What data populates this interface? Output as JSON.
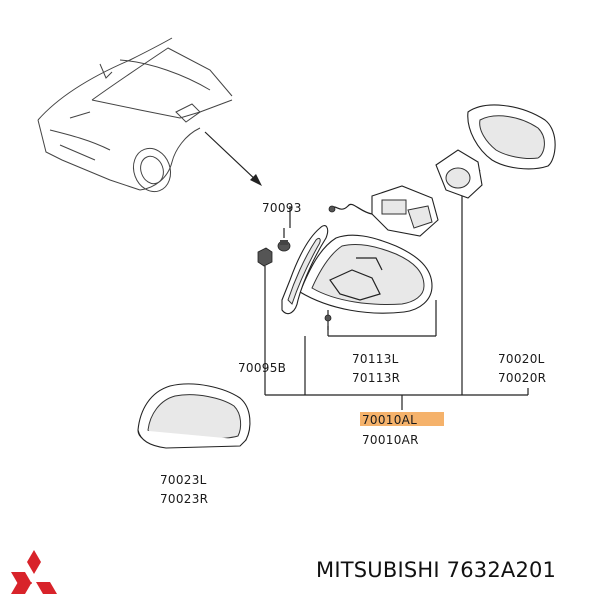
{
  "labels": {
    "p70093": "70093",
    "p70095b": "70095B",
    "p70113l": "70113L",
    "p70113r": "70113R",
    "p70020l": "70020L",
    "p70020r": "70020R",
    "p70010al": "70010AL",
    "p70010ar": "70010AR",
    "p70023l": "70023L",
    "p70023r": "70023R"
  },
  "highlight_color": "#f5b26b",
  "logo_color": "#d8232a",
  "footer": {
    "brand_part": "MITSUBISHI 7632A201"
  }
}
